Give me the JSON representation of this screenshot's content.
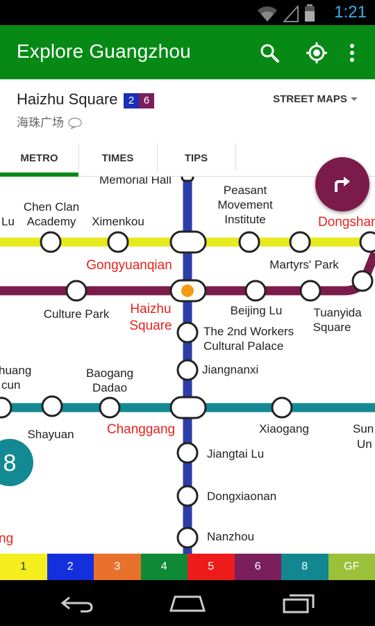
{
  "status_bar": {
    "time": "1:21",
    "icons": [
      "wifi-icon",
      "signal-icon",
      "battery-icon"
    ]
  },
  "app_bar": {
    "title": "Explore Guangzhou",
    "actions": [
      "search-icon",
      "location-icon",
      "overflow-menu-icon"
    ]
  },
  "station": {
    "name": "Haizhu Square",
    "lines": [
      {
        "label": "2",
        "color": "#1a2fb5"
      },
      {
        "label": "6",
        "color": "#7a1f5c"
      }
    ],
    "chinese_name": "海珠广场",
    "street_maps_label": "STREET MAPS"
  },
  "tabs": [
    {
      "label": "METRO",
      "active": true
    },
    {
      "label": "TIMES",
      "active": false
    },
    {
      "label": "TIPS",
      "active": false
    }
  ],
  "map": {
    "colors": {
      "line1": "#e7ea1c",
      "line2": "#2d3ea8",
      "line6": "#7b1b4b",
      "line8": "#138a93",
      "interchange_text": "#e8211b",
      "current_station": "#f39c12"
    },
    "labels": {
      "memorial_hall": "Memorial Hall",
      "peasant": "Peasant",
      "movement": "Movement",
      "institute": "Institute",
      "dongshan": "Dongshan",
      "lu": "Lu",
      "chen_clan": "Chen Clan",
      "academy": "Academy",
      "ximenkou": "Ximenkou",
      "gongyuanqian": "Gongyuanqian",
      "martyrs_park": "Martyrs' Park",
      "culture_park": "Culture Park",
      "haizhu": "Haizhu",
      "square": "Square",
      "beijing_lu": "Beijing Lu",
      "tuanyida": "Tuanyida",
      "tuanyida_square": "Square",
      "workers1": "The 2nd Workers",
      "workers2": "Cultural Palace",
      "jiangnanxi": "Jiangnanxi",
      "huang": "huang",
      "cun": "cun",
      "baogang": "Baogang",
      "dadao": "Dadao",
      "shayuan": "Shayuan",
      "changgang": "Changgang",
      "xiaogang": "Xiaogang",
      "sun": "Sun",
      "un": "Un",
      "jiangtai_lu": "Jiangtai Lu",
      "dongxiaonan": "Dongxiaonan",
      "nanzhou": "Nanzhou",
      "ng": "ng",
      "line8_badge": "8"
    }
  },
  "fab": {
    "icon": "directions-icon",
    "color": "#7b1b4b"
  },
  "legend": [
    {
      "label": "1",
      "bg": "#f4ee1f",
      "fg": "#333333"
    },
    {
      "label": "2",
      "bg": "#1430dc",
      "fg": "#ffffff"
    },
    {
      "label": "3",
      "bg": "#e8712b",
      "fg": "#ffffff"
    },
    {
      "label": "4",
      "bg": "#0e8a36",
      "fg": "#ffffff"
    },
    {
      "label": "5",
      "bg": "#ee1b1b",
      "fg": "#ffffff"
    },
    {
      "label": "6",
      "bg": "#7a1f5c",
      "fg": "#ffffff"
    },
    {
      "label": "8",
      "bg": "#13878f",
      "fg": "#ffffff"
    },
    {
      "label": "GF",
      "bg": "#9bc13a",
      "fg": "#ffffff"
    }
  ],
  "nav_bar": {
    "buttons": [
      "back-icon",
      "home-icon",
      "recents-icon"
    ]
  }
}
